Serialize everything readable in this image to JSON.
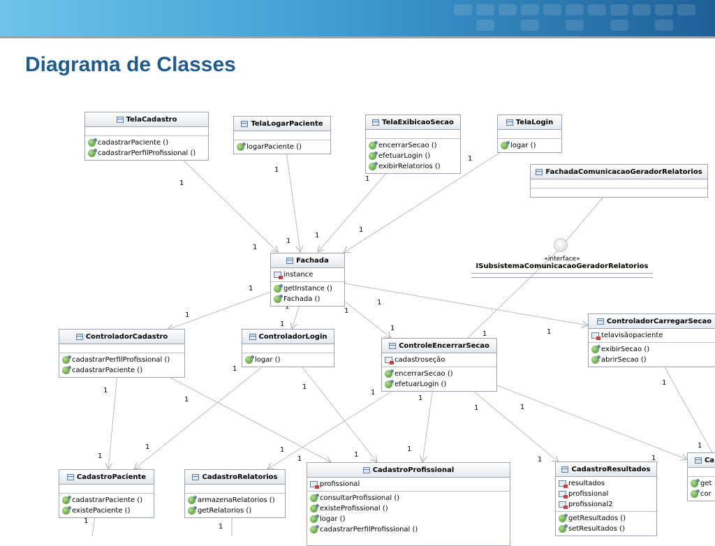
{
  "slide": {
    "title": "Diagrama de Classes"
  },
  "icons": {
    "class": "class-icon",
    "method": "method-icon",
    "attribute": "private-attribute-icon"
  },
  "colors": {
    "title": "#1f5b8e",
    "edge": "#bdbdbd",
    "header_top": "#ffffff",
    "header_bottom": "#e4e8ee"
  },
  "classes": {
    "TelaCadastro": {
      "name": "TelaCadastro",
      "attributes": [],
      "methods": [
        "cadastrarPaciente ()",
        "cadastrarPerfilProfissional ()"
      ]
    },
    "TelaLogarPaciente": {
      "name": "TelaLogarPaciente",
      "attributes": [],
      "methods": [
        "logarPaciente ()"
      ]
    },
    "TelaExibicaoSecao": {
      "name": "TelaExibicaoSecao",
      "attributes": [],
      "methods": [
        "encerrarSecao ()",
        "efetuarLogin ()",
        "exibirRelatorios ()"
      ]
    },
    "TelaLogin": {
      "name": "TelaLogin",
      "attributes": [],
      "methods": [
        "logar ()"
      ]
    },
    "FachadaComunicacao": {
      "name": "FachadaComunicacaoGeradorRelatorios",
      "attributes": [],
      "methods": []
    },
    "Fachada": {
      "name": "Fachada",
      "attributes": [
        "instance"
      ],
      "methods": [
        "getInstance ()",
        "Fachada ()"
      ]
    },
    "ControladorCadastro": {
      "name": "ControladorCadastro",
      "attributes": [],
      "methods": [
        "cadastrarPerfilProfissional ()",
        "cadastrarPaciente ()"
      ]
    },
    "ControladorLogin": {
      "name": "ControladorLogin",
      "attributes": [],
      "methods": [
        "logar ()"
      ]
    },
    "ControleEncerrarSecao": {
      "name": "ControleEncerrarSecao",
      "attributes": [
        "cadastroseção"
      ],
      "methods": [
        "encerrarSecao ()",
        "efetuarLogin ()"
      ]
    },
    "ControladorCarregarSecao": {
      "name": "ControladorCarregarSecao",
      "attributes": [
        "telavisãopaciente"
      ],
      "methods": [
        "exibirSecao ()",
        "abrirSecao ()"
      ]
    },
    "CadastroPaciente": {
      "name": "CadastroPaciente",
      "attributes": [],
      "methods": [
        "cadastrarPaciente ()",
        "existePaciente ()"
      ]
    },
    "CadastroRelatorios": {
      "name": "CadastroRelatorios",
      "attributes": [],
      "methods": [
        "armazenaRelatorios ()",
        "getRelatorios ()"
      ]
    },
    "CadastroProfissional": {
      "name": "CadastroProfissional",
      "attributes": [
        "profissional"
      ],
      "methods": [
        "consultarProfissional ()",
        "existeProfissional ()",
        "logar ()",
        "cadastrarPerfilProfissional ()"
      ]
    },
    "CadastroResultados": {
      "name": "CadastroResultados",
      "attributes": [
        "resultados",
        "profissional",
        "profissional2"
      ],
      "methods": [
        "getResultados ()",
        "setResultados ()"
      ]
    },
    "CadastroPartial": {
      "name": "Ca",
      "attributes": [],
      "methods": [
        "get",
        "cor"
      ]
    }
  },
  "interface": {
    "stereotype": "«interface»",
    "name": "ISubsistemaComunicacaoGeradorRelatorios"
  },
  "multiplicity": {
    "one": "1"
  }
}
